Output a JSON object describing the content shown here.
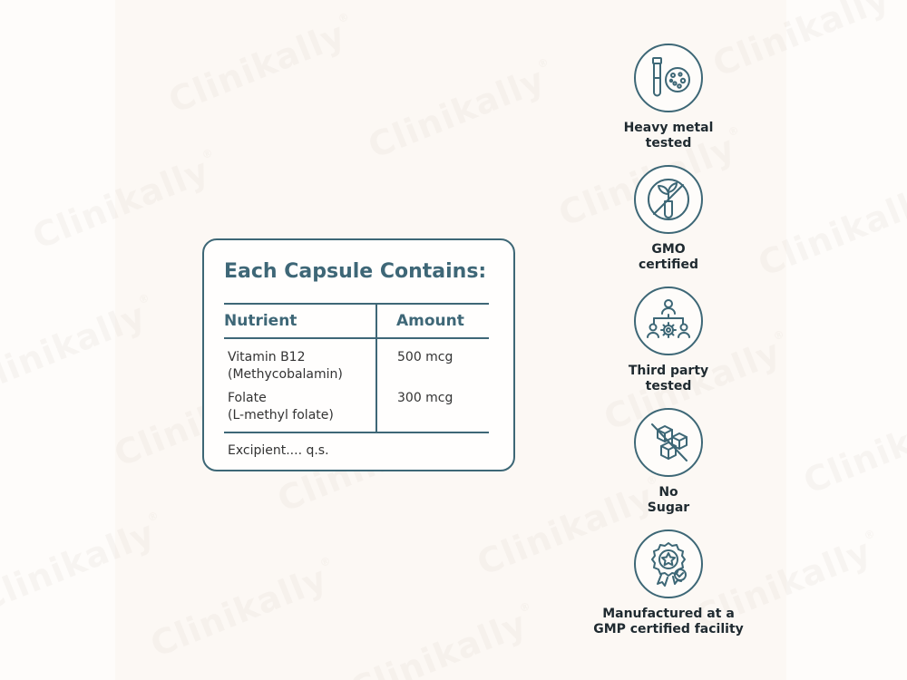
{
  "watermark": {
    "text": "Clinikally",
    "mark": "®"
  },
  "table": {
    "title": "Each Capsule Contains:",
    "columns": [
      "Nutrient",
      "Amount"
    ],
    "rows": [
      {
        "nutrient_line1": "Vitamin B12",
        "nutrient_line2": "(Methycobalamin)",
        "amount": "500 mcg"
      },
      {
        "nutrient_line1": "Folate",
        "nutrient_line2": "(L-methyl folate)",
        "amount": "300 mcg"
      }
    ],
    "footer": "Excipient.... q.s."
  },
  "badges": [
    {
      "icon": "test-tube-petri-dish-icon",
      "line1": "Heavy metal",
      "line2": "tested"
    },
    {
      "icon": "no-gmo-plant-icon",
      "line1": "GMO",
      "line2": "certified"
    },
    {
      "icon": "team-gear-icon",
      "line1": "Third party",
      "line2": "tested"
    },
    {
      "icon": "no-sugar-cubes-icon",
      "line1": "No",
      "line2": "Sugar"
    },
    {
      "icon": "certified-star-seal-icon",
      "line1": "Manufactured at a",
      "line2": "GMP certified facility"
    }
  ],
  "colors": {
    "accent": "#3e6777",
    "text": "#1f2a30",
    "background": "#fcf8f4"
  }
}
